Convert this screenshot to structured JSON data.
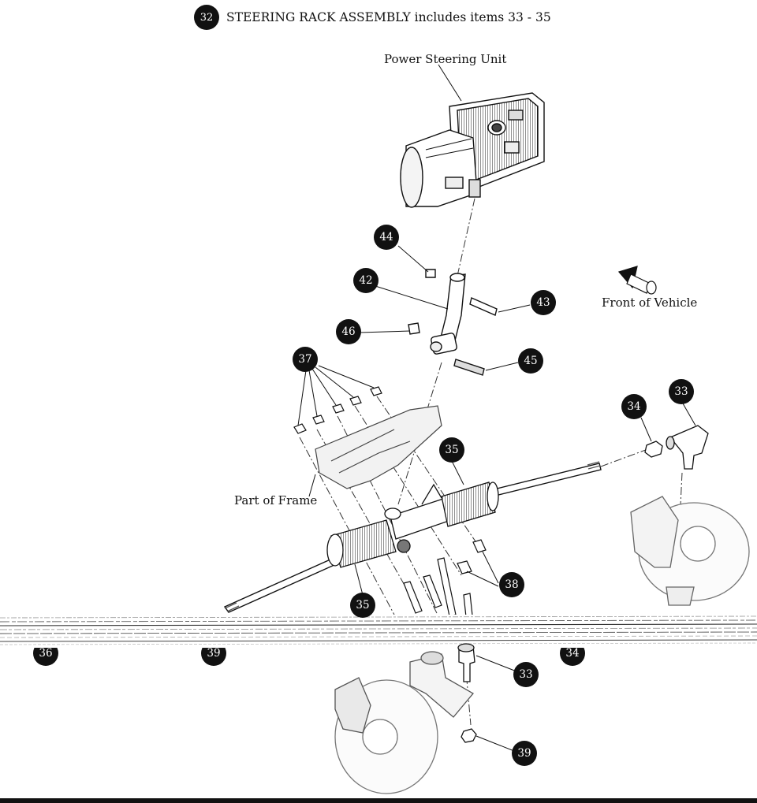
{
  "header": {
    "badge_number": "32",
    "title": "STEERING RACK ASSEMBLY includes items 33 - 35"
  },
  "labels": {
    "power_steering_unit": "Power Steering Unit",
    "front_of_vehicle": "Front of Vehicle",
    "part_of_frame": "Part of Frame"
  },
  "callouts": {
    "c44": "44",
    "c42": "42",
    "c43": "43",
    "c46": "46",
    "c45": "45",
    "c37": "37",
    "c34_top": "34",
    "c33_top": "33",
    "c35_upper": "35",
    "c35_lower": "35",
    "c38": "38",
    "c36_partial": "36",
    "c39_partial": "39",
    "c34_partial": "34",
    "c33_lower": "33",
    "c39_lower": "39"
  },
  "colors": {
    "ink": "#111111",
    "callout": "#111111",
    "paper": "#ffffff"
  },
  "icons": [
    "front-direction-arrow-icon"
  ]
}
